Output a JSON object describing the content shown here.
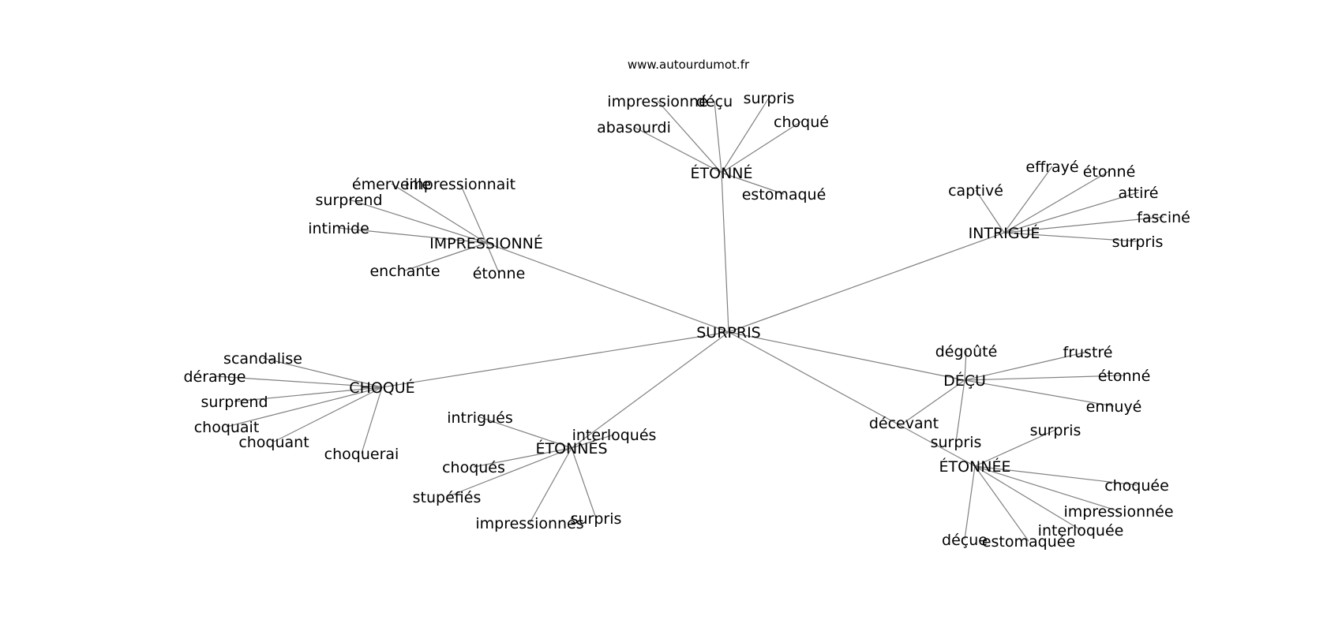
{
  "source": "www.autourdumot.fr",
  "colors": {
    "edge": "#808080",
    "text": "#000000",
    "background": "#ffffff"
  },
  "graph": {
    "nodes": [
      {
        "id": "center",
        "label": "SURPRIS"
      },
      {
        "id": "etonne",
        "label": "ÉTONNÉ"
      },
      {
        "id": "impressionne",
        "label": "IMPRESSIONNÉ"
      },
      {
        "id": "intrigue",
        "label": "INTRIGUÉ"
      },
      {
        "id": "choque",
        "label": "CHOQUÉ"
      },
      {
        "id": "etonnes",
        "label": "ÉTONNÉS"
      },
      {
        "id": "decu",
        "label": "DÉÇU"
      },
      {
        "id": "etonnee",
        "label": "ÉTONNÉE"
      },
      {
        "id": "etonne-1",
        "label": "impressionné"
      },
      {
        "id": "etonne-2",
        "label": "déçu"
      },
      {
        "id": "etonne-3",
        "label": "surpris"
      },
      {
        "id": "etonne-4",
        "label": "choqué"
      },
      {
        "id": "etonne-5",
        "label": "abasourdi"
      },
      {
        "id": "etonne-6",
        "label": "estomaqué"
      },
      {
        "id": "impr-1",
        "label": "émerveille"
      },
      {
        "id": "impr-2",
        "label": "impressionnait"
      },
      {
        "id": "impr-3",
        "label": "surprend"
      },
      {
        "id": "impr-4",
        "label": "intimide"
      },
      {
        "id": "impr-5",
        "label": "enchante"
      },
      {
        "id": "impr-6",
        "label": "étonne"
      },
      {
        "id": "intr-1",
        "label": "effrayé"
      },
      {
        "id": "intr-2",
        "label": "étonné"
      },
      {
        "id": "intr-3",
        "label": "captivé"
      },
      {
        "id": "intr-4",
        "label": "attiré"
      },
      {
        "id": "intr-5",
        "label": "fasciné"
      },
      {
        "id": "intr-6",
        "label": "surpris"
      },
      {
        "id": "choq-1",
        "label": "scandalise"
      },
      {
        "id": "choq-2",
        "label": "dérange"
      },
      {
        "id": "choq-3",
        "label": "surprend"
      },
      {
        "id": "choq-4",
        "label": "choquait"
      },
      {
        "id": "choq-5",
        "label": "choquant"
      },
      {
        "id": "choq-6",
        "label": "choquerai"
      },
      {
        "id": "etns-1",
        "label": "intrigués"
      },
      {
        "id": "etns-2",
        "label": "interloqués"
      },
      {
        "id": "etns-3",
        "label": "choqués"
      },
      {
        "id": "etns-4",
        "label": "stupéfiés"
      },
      {
        "id": "etns-5",
        "label": "impressionnés"
      },
      {
        "id": "etns-6",
        "label": "surpris"
      },
      {
        "id": "decu-1",
        "label": "dégoûté"
      },
      {
        "id": "decu-2",
        "label": "frustré"
      },
      {
        "id": "decu-3",
        "label": "étonné"
      },
      {
        "id": "decu-4",
        "label": "ennuyé"
      },
      {
        "id": "decu-5",
        "label": "décevant"
      },
      {
        "id": "decu-6",
        "label": "surpris"
      },
      {
        "id": "etne-1",
        "label": "surpris"
      },
      {
        "id": "etne-2",
        "label": "choquée"
      },
      {
        "id": "etne-3",
        "label": "impressionnée"
      },
      {
        "id": "etne-4",
        "label": "interloquée"
      },
      {
        "id": "etne-5",
        "label": "déçue"
      },
      {
        "id": "etne-6",
        "label": "estomaquée"
      }
    ],
    "edges": [
      [
        "center",
        "etonne"
      ],
      [
        "center",
        "impressionne"
      ],
      [
        "center",
        "intrigue"
      ],
      [
        "center",
        "choque"
      ],
      [
        "center",
        "etonnes"
      ],
      [
        "center",
        "decu"
      ],
      [
        "center",
        "etonnee"
      ],
      [
        "etonne",
        "etonne-1"
      ],
      [
        "etonne",
        "etonne-2"
      ],
      [
        "etonne",
        "etonne-3"
      ],
      [
        "etonne",
        "etonne-4"
      ],
      [
        "etonne",
        "etonne-5"
      ],
      [
        "etonne",
        "etonne-6"
      ],
      [
        "impressionne",
        "impr-1"
      ],
      [
        "impressionne",
        "impr-2"
      ],
      [
        "impressionne",
        "impr-3"
      ],
      [
        "impressionne",
        "impr-4"
      ],
      [
        "impressionne",
        "impr-5"
      ],
      [
        "impressionne",
        "impr-6"
      ],
      [
        "intrigue",
        "intr-1"
      ],
      [
        "intrigue",
        "intr-2"
      ],
      [
        "intrigue",
        "intr-3"
      ],
      [
        "intrigue",
        "intr-4"
      ],
      [
        "intrigue",
        "intr-5"
      ],
      [
        "intrigue",
        "intr-6"
      ],
      [
        "choque",
        "choq-1"
      ],
      [
        "choque",
        "choq-2"
      ],
      [
        "choque",
        "choq-3"
      ],
      [
        "choque",
        "choq-4"
      ],
      [
        "choque",
        "choq-5"
      ],
      [
        "choque",
        "choq-6"
      ],
      [
        "etonnes",
        "etns-1"
      ],
      [
        "etonnes",
        "etns-2"
      ],
      [
        "etonnes",
        "etns-3"
      ],
      [
        "etonnes",
        "etns-4"
      ],
      [
        "etonnes",
        "etns-5"
      ],
      [
        "etonnes",
        "etns-6"
      ],
      [
        "decu",
        "decu-1"
      ],
      [
        "decu",
        "decu-2"
      ],
      [
        "decu",
        "decu-3"
      ],
      [
        "decu",
        "decu-4"
      ],
      [
        "decu",
        "decu-5"
      ],
      [
        "decu",
        "decu-6"
      ],
      [
        "etonnee",
        "etne-1"
      ],
      [
        "etonnee",
        "etne-2"
      ],
      [
        "etonnee",
        "etne-3"
      ],
      [
        "etonnee",
        "etne-4"
      ],
      [
        "etonnee",
        "etne-5"
      ],
      [
        "etonnee",
        "etne-6"
      ]
    ]
  }
}
